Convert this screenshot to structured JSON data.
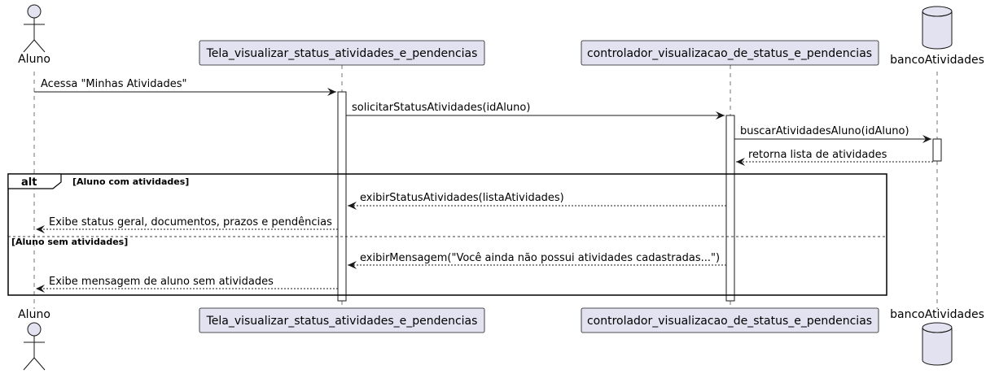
{
  "participants": {
    "aluno": "Aluno",
    "tela": "Tela_visualizar_status_atividades_e_pendencias",
    "controlador": "controlador_visualizacao_de_status_e_pendencias",
    "banco": "bancoAtividades"
  },
  "messages": {
    "m1": "Acessa \"Minhas Atividades\"",
    "m2": "solicitarStatusAtividades(idAluno)",
    "m3": "buscarAtividadesAluno(idAluno)",
    "m4": "retorna lista de atividades",
    "m5": "exibirStatusAtividades(listaAtividades)",
    "m6": "Exibe status geral, documentos, prazos e pendências",
    "m7": "exibirMensagem(\"Você ainda não possui atividades cadastradas...\")",
    "m8": "Exibe mensagem de aluno sem atividades"
  },
  "fragment": {
    "keyword": "alt",
    "guard1": "[Aluno com atividades]",
    "guard2": "[Aluno sem atividades]"
  },
  "colors": {
    "participant_fill": "#E2E2F0",
    "participant_stroke": "#181818"
  }
}
